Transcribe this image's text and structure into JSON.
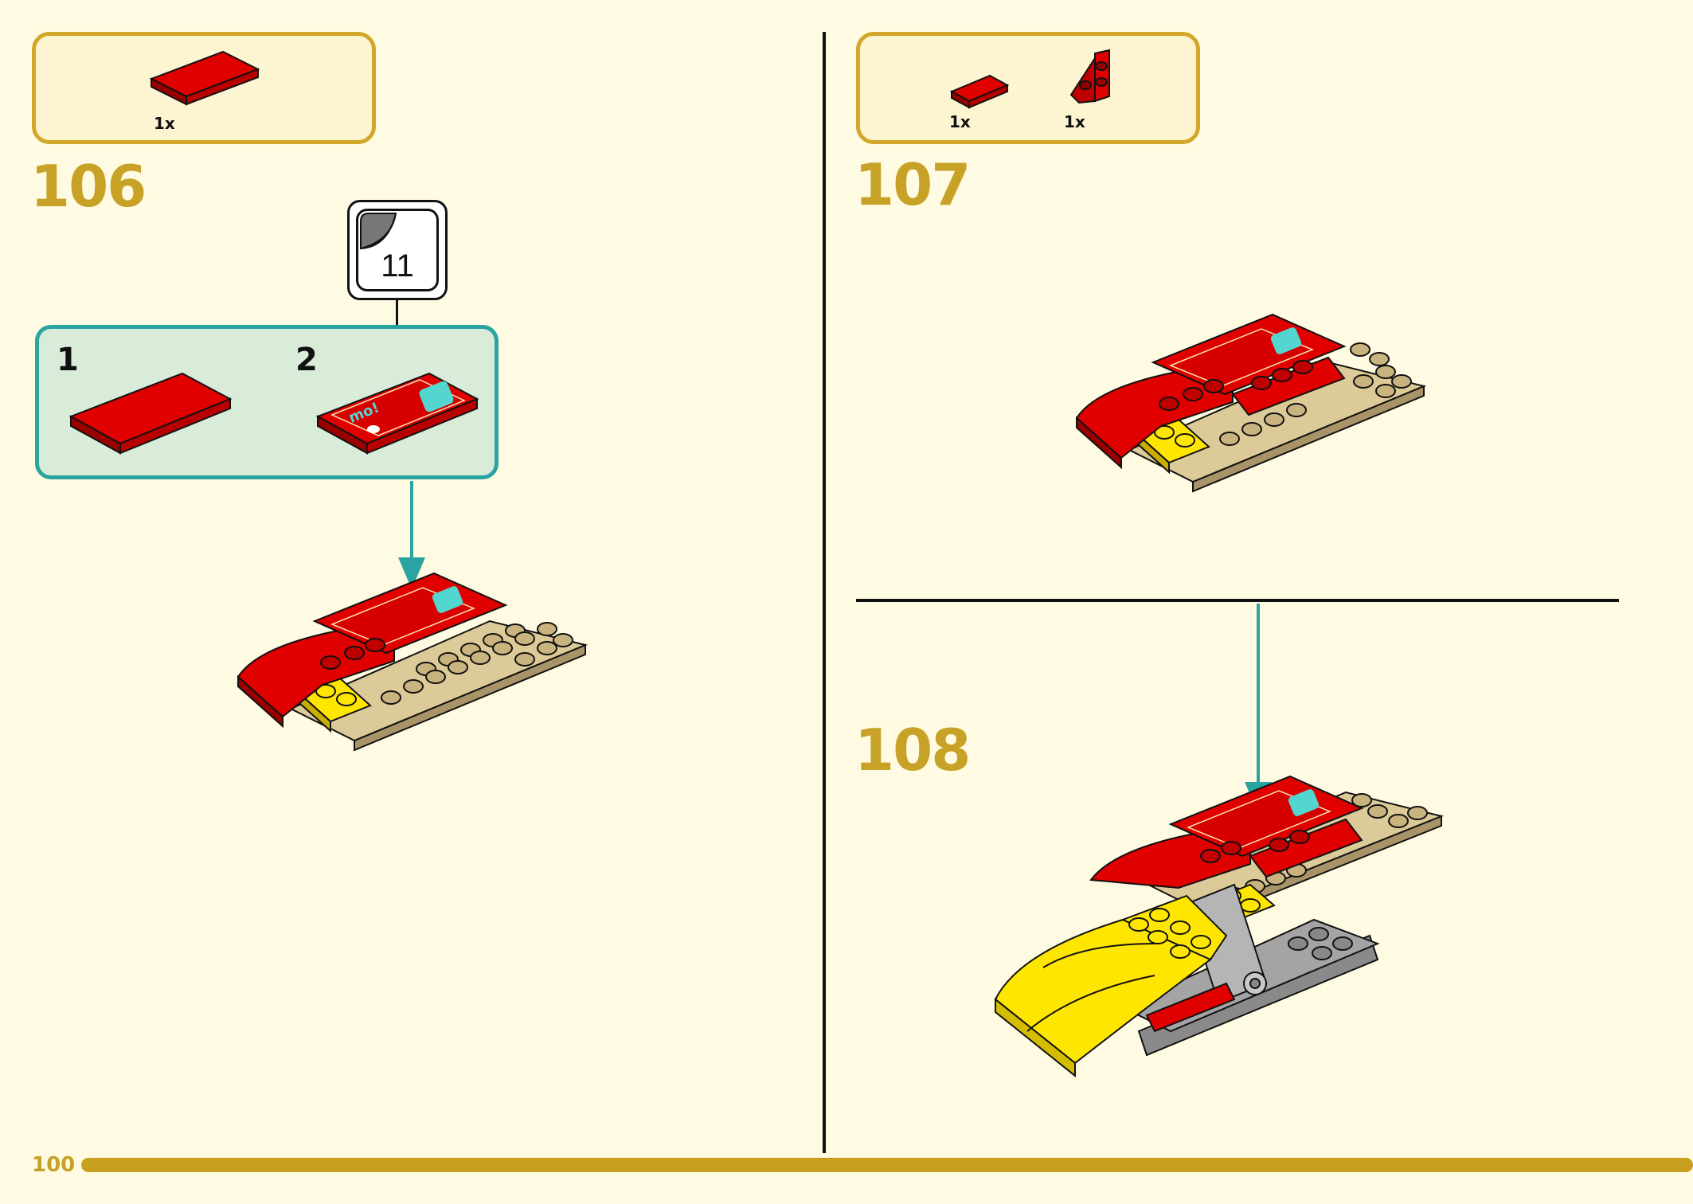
{
  "page_number": "100",
  "steps": [
    {
      "number": "106",
      "parts": [
        {
          "qty": "1x",
          "part": "red-flat-tile-icon"
        }
      ],
      "substeps": {
        "labels": [
          "1",
          "2"
        ],
        "sticker_callout": "11",
        "sticker_text": "mo!"
      }
    },
    {
      "number": "107",
      "parts": [
        {
          "qty": "1x",
          "part": "red-small-tile-icon"
        },
        {
          "qty": "1x",
          "part": "red-wedge-plate-icon"
        }
      ]
    },
    {
      "number": "108",
      "parts": []
    }
  ],
  "colors": {
    "background": "#fffbe2",
    "accent_gold": "#c7a226",
    "box_border": "#d3a72a",
    "teal": "#2aa4a0",
    "brick_red": "#e00000",
    "brick_tan": "#dccb98",
    "brick_yellow": "#ffe600",
    "brick_gray": "#a4a4a4"
  }
}
